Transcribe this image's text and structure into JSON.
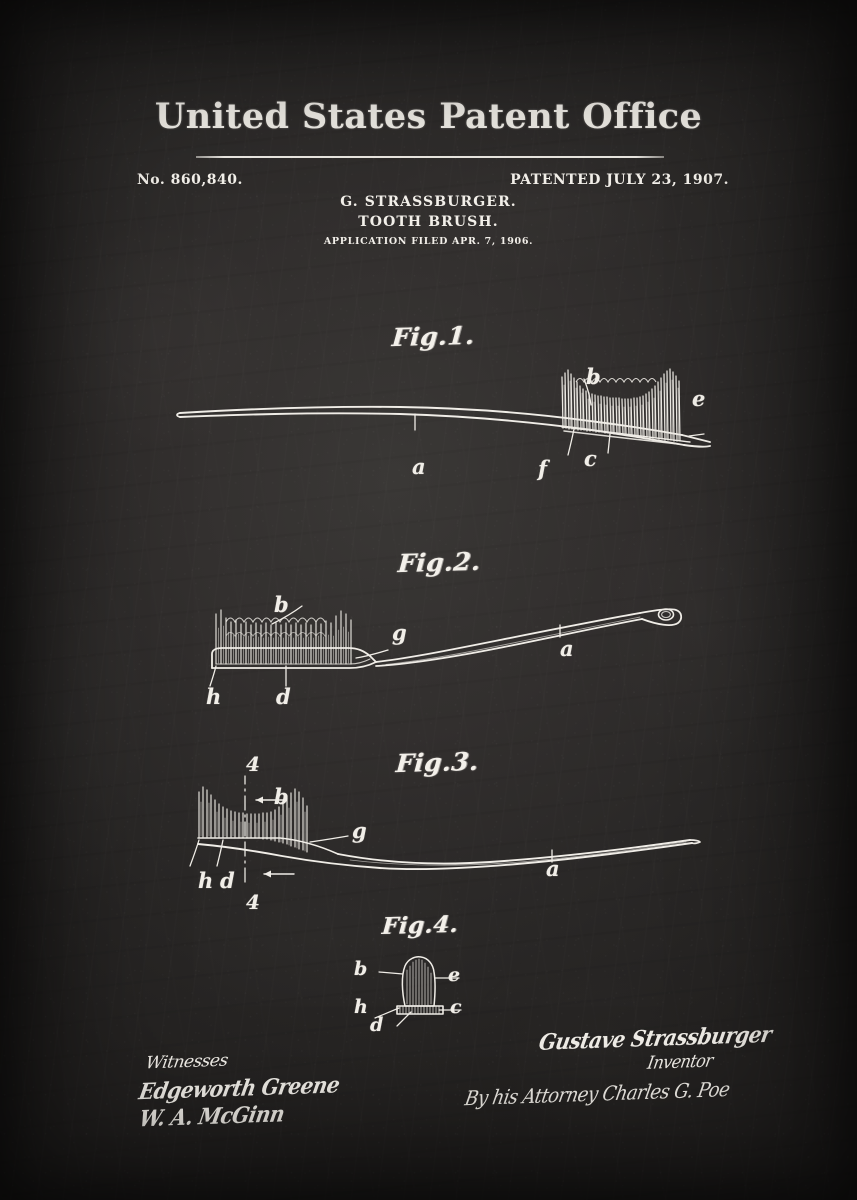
{
  "document": {
    "office_title": "United States Patent Office",
    "patent_number": "No. 860,840.",
    "patented_date": "PATENTED JULY 23, 1907.",
    "inventor_line": "G. STRASSBURGER.",
    "subject_line": "TOOTH BRUSH.",
    "application_line": "APPLICATION FILED APR. 7, 1906."
  },
  "figures": [
    {
      "caption": "Fig.1.",
      "description": "Side elevation of the tooth brush showing handle and bristle head",
      "refs": [
        "a",
        "b",
        "c",
        "e",
        "f"
      ]
    },
    {
      "caption": "Fig.2.",
      "description": "Plan view of the tooth brush showing bristle tufts and handle with hanging hole",
      "refs": [
        "a",
        "b",
        "d",
        "g",
        "h"
      ]
    },
    {
      "caption": "Fig.3.",
      "description": "Side elevation with section line 4-4 through the brush head",
      "refs": [
        "a",
        "b",
        "d",
        "g",
        "h"
      ],
      "section_line": "4"
    },
    {
      "caption": "Fig.4.",
      "description": "Enlarged transverse section of a single bristle tuft taken on line 4-4",
      "refs": [
        "b",
        "c",
        "d",
        "e",
        "h"
      ]
    }
  ],
  "fig1_labels": {
    "a": "a",
    "b": "b",
    "c": "c",
    "e": "e",
    "f": "f"
  },
  "fig2_labels": {
    "a": "a",
    "b": "b",
    "d": "d",
    "g": "g",
    "h": "h"
  },
  "fig3_labels": {
    "a": "a",
    "b": "b",
    "d": "d",
    "g": "g",
    "h": "h",
    "section_top": "4",
    "section_bottom": "4"
  },
  "fig4_labels": {
    "b": "b",
    "c": "c",
    "d": "d",
    "e": "e",
    "h": "h"
  },
  "signatures": {
    "witnesses_label": "Witnesses",
    "witness_1": "Edgeworth Greene",
    "witness_2": "W. A. McGinn",
    "inventor_name": "Gustave Strassburger",
    "inventor_label": "Inventor",
    "attorney_line": "By his Attorney Charles G. Poe"
  },
  "colors": {
    "chalk": "#f2efe9",
    "board_dark": "#232120",
    "board_light": "#3a3836"
  }
}
